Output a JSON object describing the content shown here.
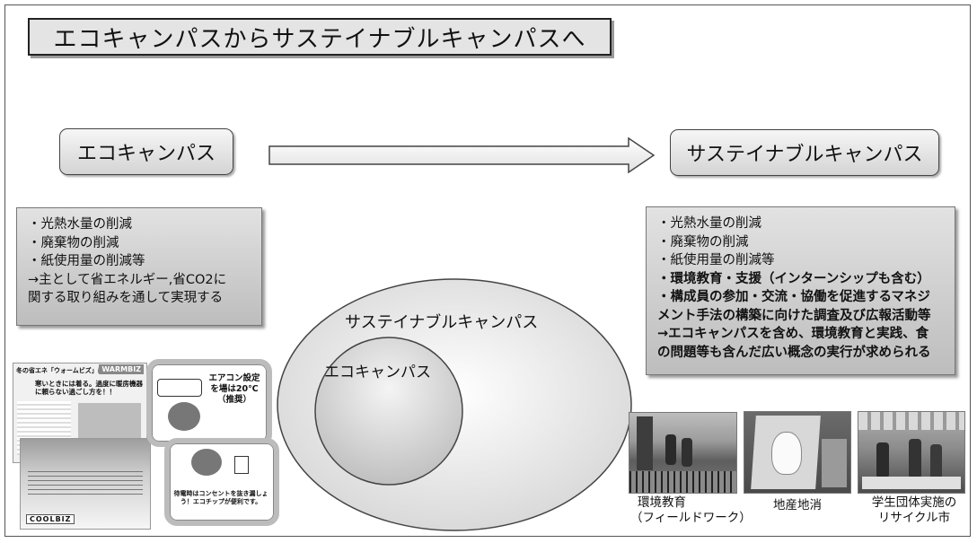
{
  "title": "エコキャンパスからサステイナブルキャンパスへ",
  "left_pill": "エコキャンパス",
  "right_pill": "サステイナブルキャンパス",
  "left_box": {
    "lines": [
      "・光熱水量の削減",
      "・廃棄物の削減",
      "・紙使用量の削減等",
      "→主として省エネルギー,省CO2に",
      "関する取り組みを通して実現する"
    ]
  },
  "right_box": {
    "lines": [
      "・光熱水量の削減",
      "・廃棄物の削減",
      "・紙使用量の削減等",
      "・環境教育・支援（インターンシップも含む）",
      "・構成員の参加・交流・協働を促進するマネジ",
      "メント手法の構築に向けた調査及び広報活動等",
      "→エコキャンパスを含め、環境教育と実践、食",
      "の問題等も含んだ広い概念の実行が求められる"
    ]
  },
  "venn": {
    "outer_label": "サステイナブルキャンパス",
    "inner_label": "エコキャンパス"
  },
  "posters": {
    "warmbiz_head": "冬の省エネ「ウォームビズ」について",
    "warmbiz_tag": "WARMBIZ",
    "warmbiz_sub": "寒いときには着る。過度に暖房機器に頼らない過ごし方を！！",
    "coolbiz_tag": "COOLBIZ",
    "aircon": "エアコン設定を場は20℃（推奨）",
    "outlet": "待電時はコンセントを抜き漏しょう！エコチップが便利です。"
  },
  "captions": {
    "photo1": [
      "環境教育",
      "（フィールドワーク）"
    ],
    "photo2": [
      "地産地消"
    ],
    "photo3": [
      "学生団体実施の",
      "リサイクル市"
    ]
  }
}
